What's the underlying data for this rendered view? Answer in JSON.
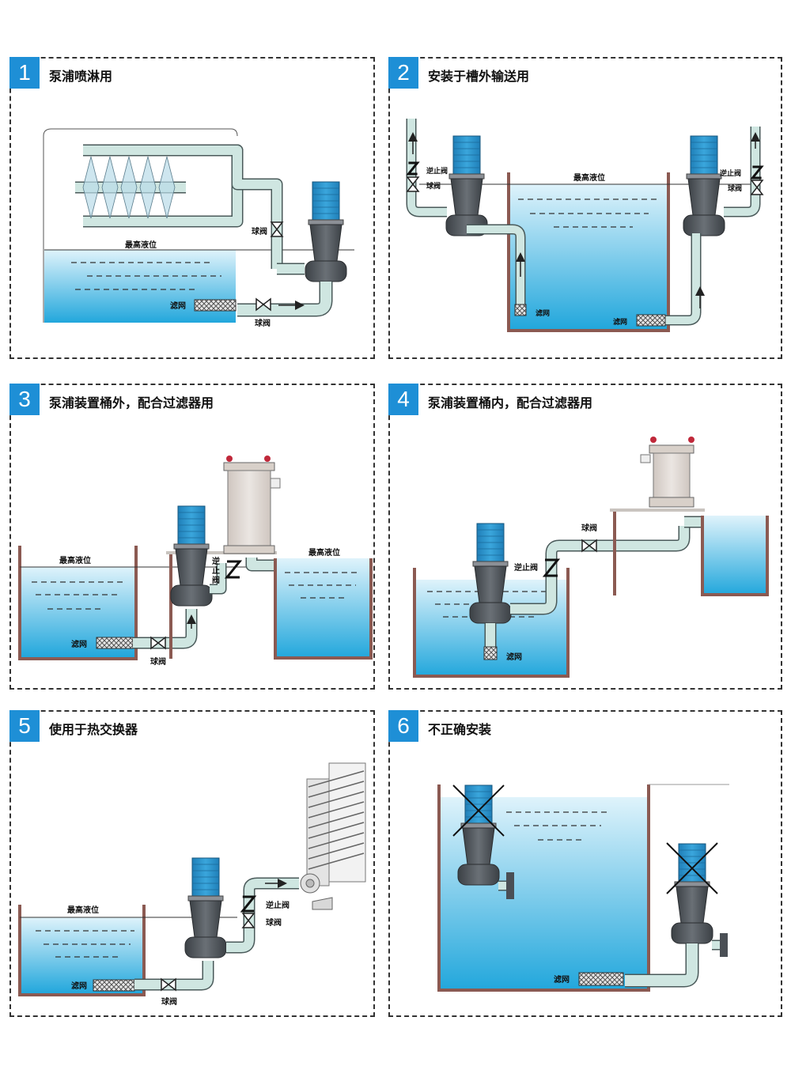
{
  "labels": {
    "max_level": "最高液位",
    "filter": "滤网",
    "ball_valve": "球阀",
    "check_valve": "逆止阀",
    "check_valve_vertical": [
      "逆",
      "止",
      "阀"
    ]
  },
  "panels": [
    {
      "number": "1",
      "title": "泵浦喷淋用"
    },
    {
      "number": "2",
      "title": "安装于槽外输送用"
    },
    {
      "number": "3",
      "title": "泵浦装置桶外，配合过滤器用"
    },
    {
      "number": "4",
      "title": "泵浦装置桶内，配合过滤器用"
    },
    {
      "number": "5",
      "title": "使用于热交换器"
    },
    {
      "number": "6",
      "title": "不正确安装"
    }
  ],
  "colors": {
    "badge": "#1e8fd6",
    "water_top": "#d9f1fb",
    "water_bottom": "#22a7dc",
    "pipe": "#cfe6e1",
    "pipe_edge": "#4a5a5a",
    "pump_motor": "#2b8fc8",
    "pump_body": "#4a4f55",
    "tank_wall": "#8b5a52"
  }
}
